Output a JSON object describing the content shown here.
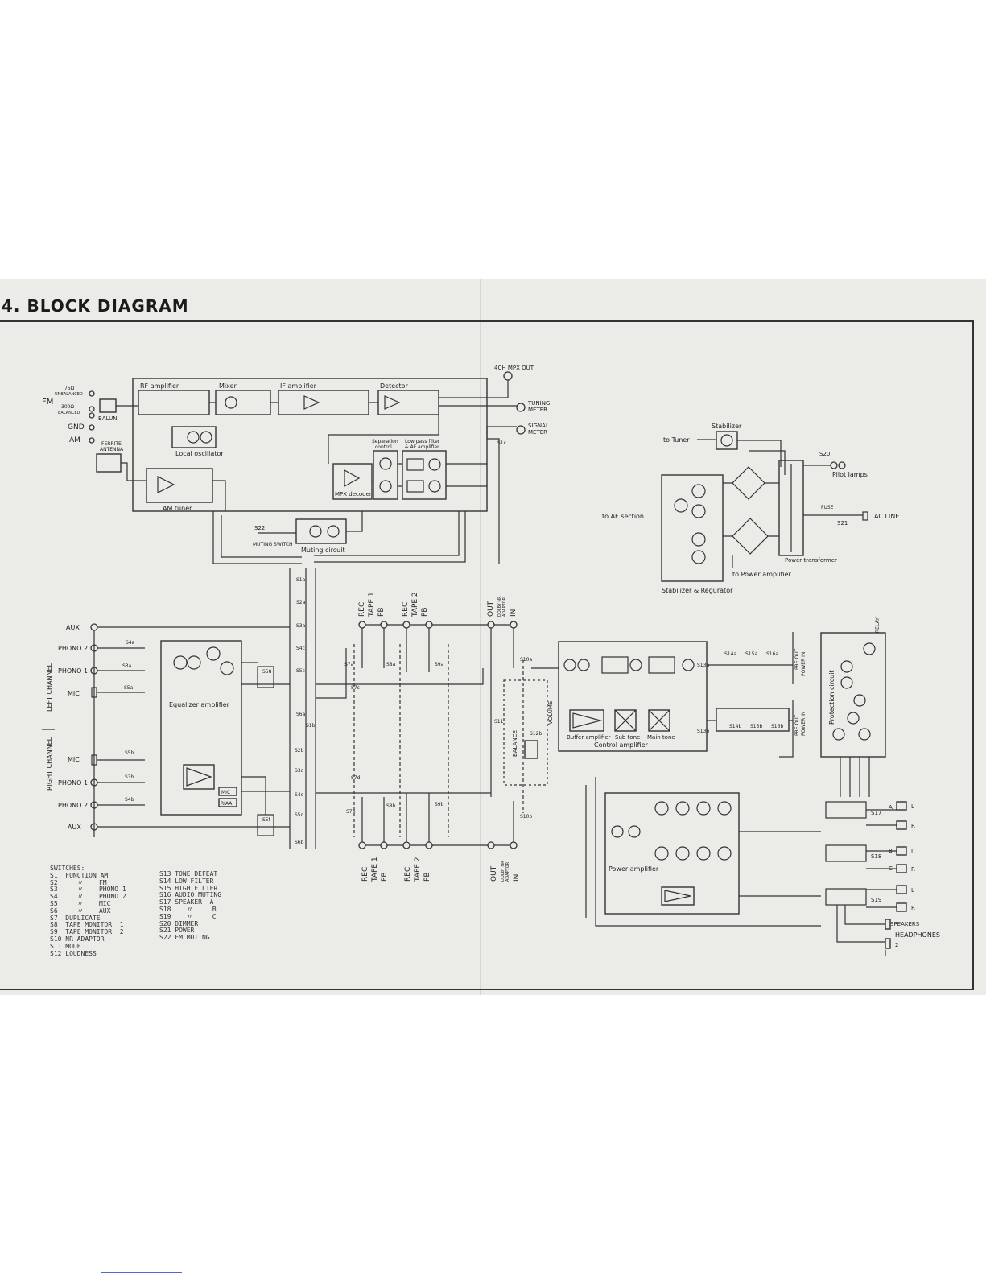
{
  "page": {
    "title": "4. BLOCK DIAGRAM"
  },
  "tuner": {
    "fm_label": "FM",
    "fm_75": "75Ω",
    "fm_unbalanced": "UNBALANCED",
    "fm_300": "300Ω",
    "fm_balanced": "BALANCED",
    "balun": "BALUN",
    "gnd": "GND",
    "am": "AM",
    "ferrite_antenna": [
      "FERRITE",
      "ANTENNA"
    ],
    "rf_amplifier": "RF amplifier",
    "mixer": "Mixer",
    "if_amplifier": "IF amplifier",
    "detector": "Detector",
    "local_oscillator": "Local oscillator",
    "am_tuner": "AM tuner",
    "mpx_decoder": "MPX decoder",
    "separation_control": [
      "Separation",
      "control"
    ],
    "lowpass_filter": [
      "Low pass filter",
      "& AF amplifier"
    ],
    "muting_switch": "MUTING SWITCH",
    "muting_circuit": "Muting circuit",
    "s22": "S22",
    "s1c": "S1c",
    "mpx_out": "4CH MPX OUT",
    "tuning_meter": [
      "TUNING",
      "METER"
    ],
    "signal_meter": [
      "SIGNAL",
      "METER"
    ]
  },
  "power_supply": {
    "stabilizer": "Stabilizer",
    "to_tuner": "to Tuner",
    "to_af_section": "to AF section",
    "to_power_amplifier": "to Power amplifier",
    "stabilizer_regulator": "Stabilizer & Regurator",
    "power_transformer": "Power transformer",
    "s20": "S20",
    "s21": "S21",
    "pilot_lamps": "Pilot lamps",
    "fuse": "FUSE",
    "ac_line": "AC LINE"
  },
  "inputs": {
    "left_channel": "LEFT CHANNEL",
    "right_channel": "RIGHT CHANNEL",
    "left": [
      "AUX",
      "PHONO 2",
      "PHONO 1",
      "MIC"
    ],
    "right": [
      "MIC",
      "PHONO 1",
      "PHONO 2",
      "AUX"
    ],
    "left_switches": [
      "S4a",
      "S3a",
      "S5a"
    ],
    "right_switches": [
      "S5b",
      "S3b",
      "S4b"
    ],
    "equalizer_amplifier": "Equalizer amplifier",
    "mic": "MIC",
    "riaa": "RIAA",
    "s58": "S58",
    "s5f": "S5f"
  },
  "function_switch": {
    "upper": [
      "S1a",
      "S2a",
      "S3a",
      "S4c",
      "S5c",
      "S6a"
    ],
    "lower": [
      "S1b",
      "S2b",
      "S3d",
      "S4d",
      "S5d",
      "S6b"
    ]
  },
  "tape": {
    "rec": "REC",
    "pb": "PB",
    "tape1": "TAPE 1",
    "tape2": "TAPE 2",
    "out": "OUT",
    "in": "IN",
    "dolby": [
      "DOLBY NR",
      "ADAPTOR"
    ],
    "upper_switches": [
      "S7a",
      "S8a",
      "S9a",
      "S7c",
      "S10a"
    ],
    "lower_switches": [
      "S7d",
      "S7b",
      "S8b",
      "S9b",
      "S10b"
    ],
    "s11": "S11",
    "s12b": "S12b",
    "balance": "BALANCE",
    "volume": "VOLUME"
  },
  "amplifier": {
    "buffer_amplifier": "Buffer amplifier",
    "sub_tone": "Sub tone",
    "main_tone": "Main tone",
    "control_amplifier": "Control amplifier",
    "s13a": "S13a",
    "s13b": "S13b",
    "filter_switches_top": [
      "S14a",
      "S15a",
      "S16a"
    ],
    "filter_switches_bottom": [
      "S14b",
      "S15b",
      "S16b"
    ],
    "pre_out": "PRE OUT",
    "power_in": "POWER IN",
    "power_amplifier": "Power amplifier"
  },
  "output": {
    "protection_circuit": "Protection circuit",
    "relay": "RELAY",
    "speaker_switches": [
      "S17",
      "S18",
      "S19"
    ],
    "speaker_groups": [
      "A",
      "B",
      "C"
    ],
    "l": "L",
    "r": "R",
    "speakers": "SPEAKERS",
    "headphones": "HEADPHONES",
    "hp1": "1",
    "hp2": "2"
  },
  "switches_legend": {
    "heading": "SWITCHES:",
    "col1": [
      "S1  FUNCTION AM",
      "S2     〃    FM",
      "S3     〃    PHONO 1",
      "S4     〃    PHONO 2",
      "S5     〃    MIC",
      "S6     〃    AUX",
      "S7  DUPLICATE",
      "S8  TAPE MONITOR  1",
      "S9  TAPE MONITOR  2",
      "S10 NR ADAPTOR",
      "S11 MODE",
      "S12 LOUDNESS"
    ],
    "col2": [
      "S13 TONE DEFEAT",
      "S14 LOW FILTER",
      "S15 HIGH FILTER",
      "S16 AUDIO MUTING",
      "S17 SPEAKER  A",
      "S18    〃     B",
      "S19    〃     C",
      "S20 DIMMER",
      "S21 POWER",
      "S22 FM MUTING"
    ]
  }
}
